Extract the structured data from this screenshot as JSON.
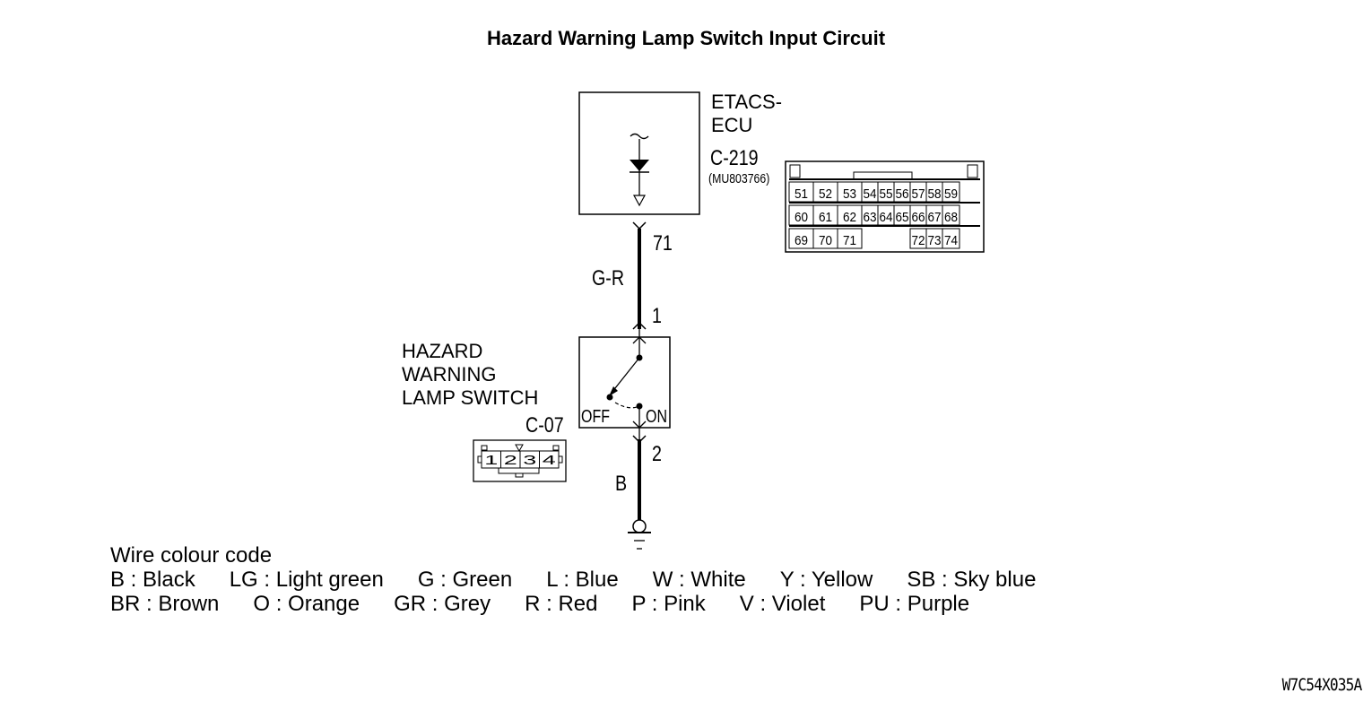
{
  "title": "Hazard Warning Lamp Switch Input Circuit",
  "ecu": {
    "name_line1": "ETACS-",
    "name_line2": "ECU",
    "connector": "C-219",
    "part_number": "(MU803766)",
    "pins_row1": [
      "51",
      "52",
      "53",
      "54",
      "55",
      "56",
      "57",
      "58",
      "59"
    ],
    "pins_row2": [
      "60",
      "61",
      "62",
      "63",
      "64",
      "65",
      "66",
      "67",
      "68"
    ],
    "pins_row3_left": [
      "69",
      "70",
      "71"
    ],
    "pins_row3_right": [
      "72",
      "73",
      "74"
    ],
    "terminal": "71"
  },
  "wire_upper": {
    "color_code": "G-R"
  },
  "switch": {
    "name_line1": "HAZARD",
    "name_line2": "WARNING",
    "name_line3": "LAMP SWITCH",
    "connector": "C-07",
    "pins": [
      "1",
      "2",
      "3",
      "4"
    ],
    "terminal_top": "1",
    "terminal_bottom": "2",
    "off_label": "OFF",
    "on_label": "ON"
  },
  "wire_lower": {
    "color_code": "B"
  },
  "legend": {
    "heading": "Wire colour code",
    "row1": [
      "B : Black",
      "LG : Light green",
      "G : Green",
      "L : Blue",
      "W : White",
      "Y : Yellow",
      "SB : Sky blue"
    ],
    "row2": [
      "BR : Brown",
      "O : Orange",
      "GR : Grey",
      "R : Red",
      "P : Pink",
      "V : Violet",
      "PU : Purple"
    ]
  },
  "figure_code": "W7C54X035A"
}
